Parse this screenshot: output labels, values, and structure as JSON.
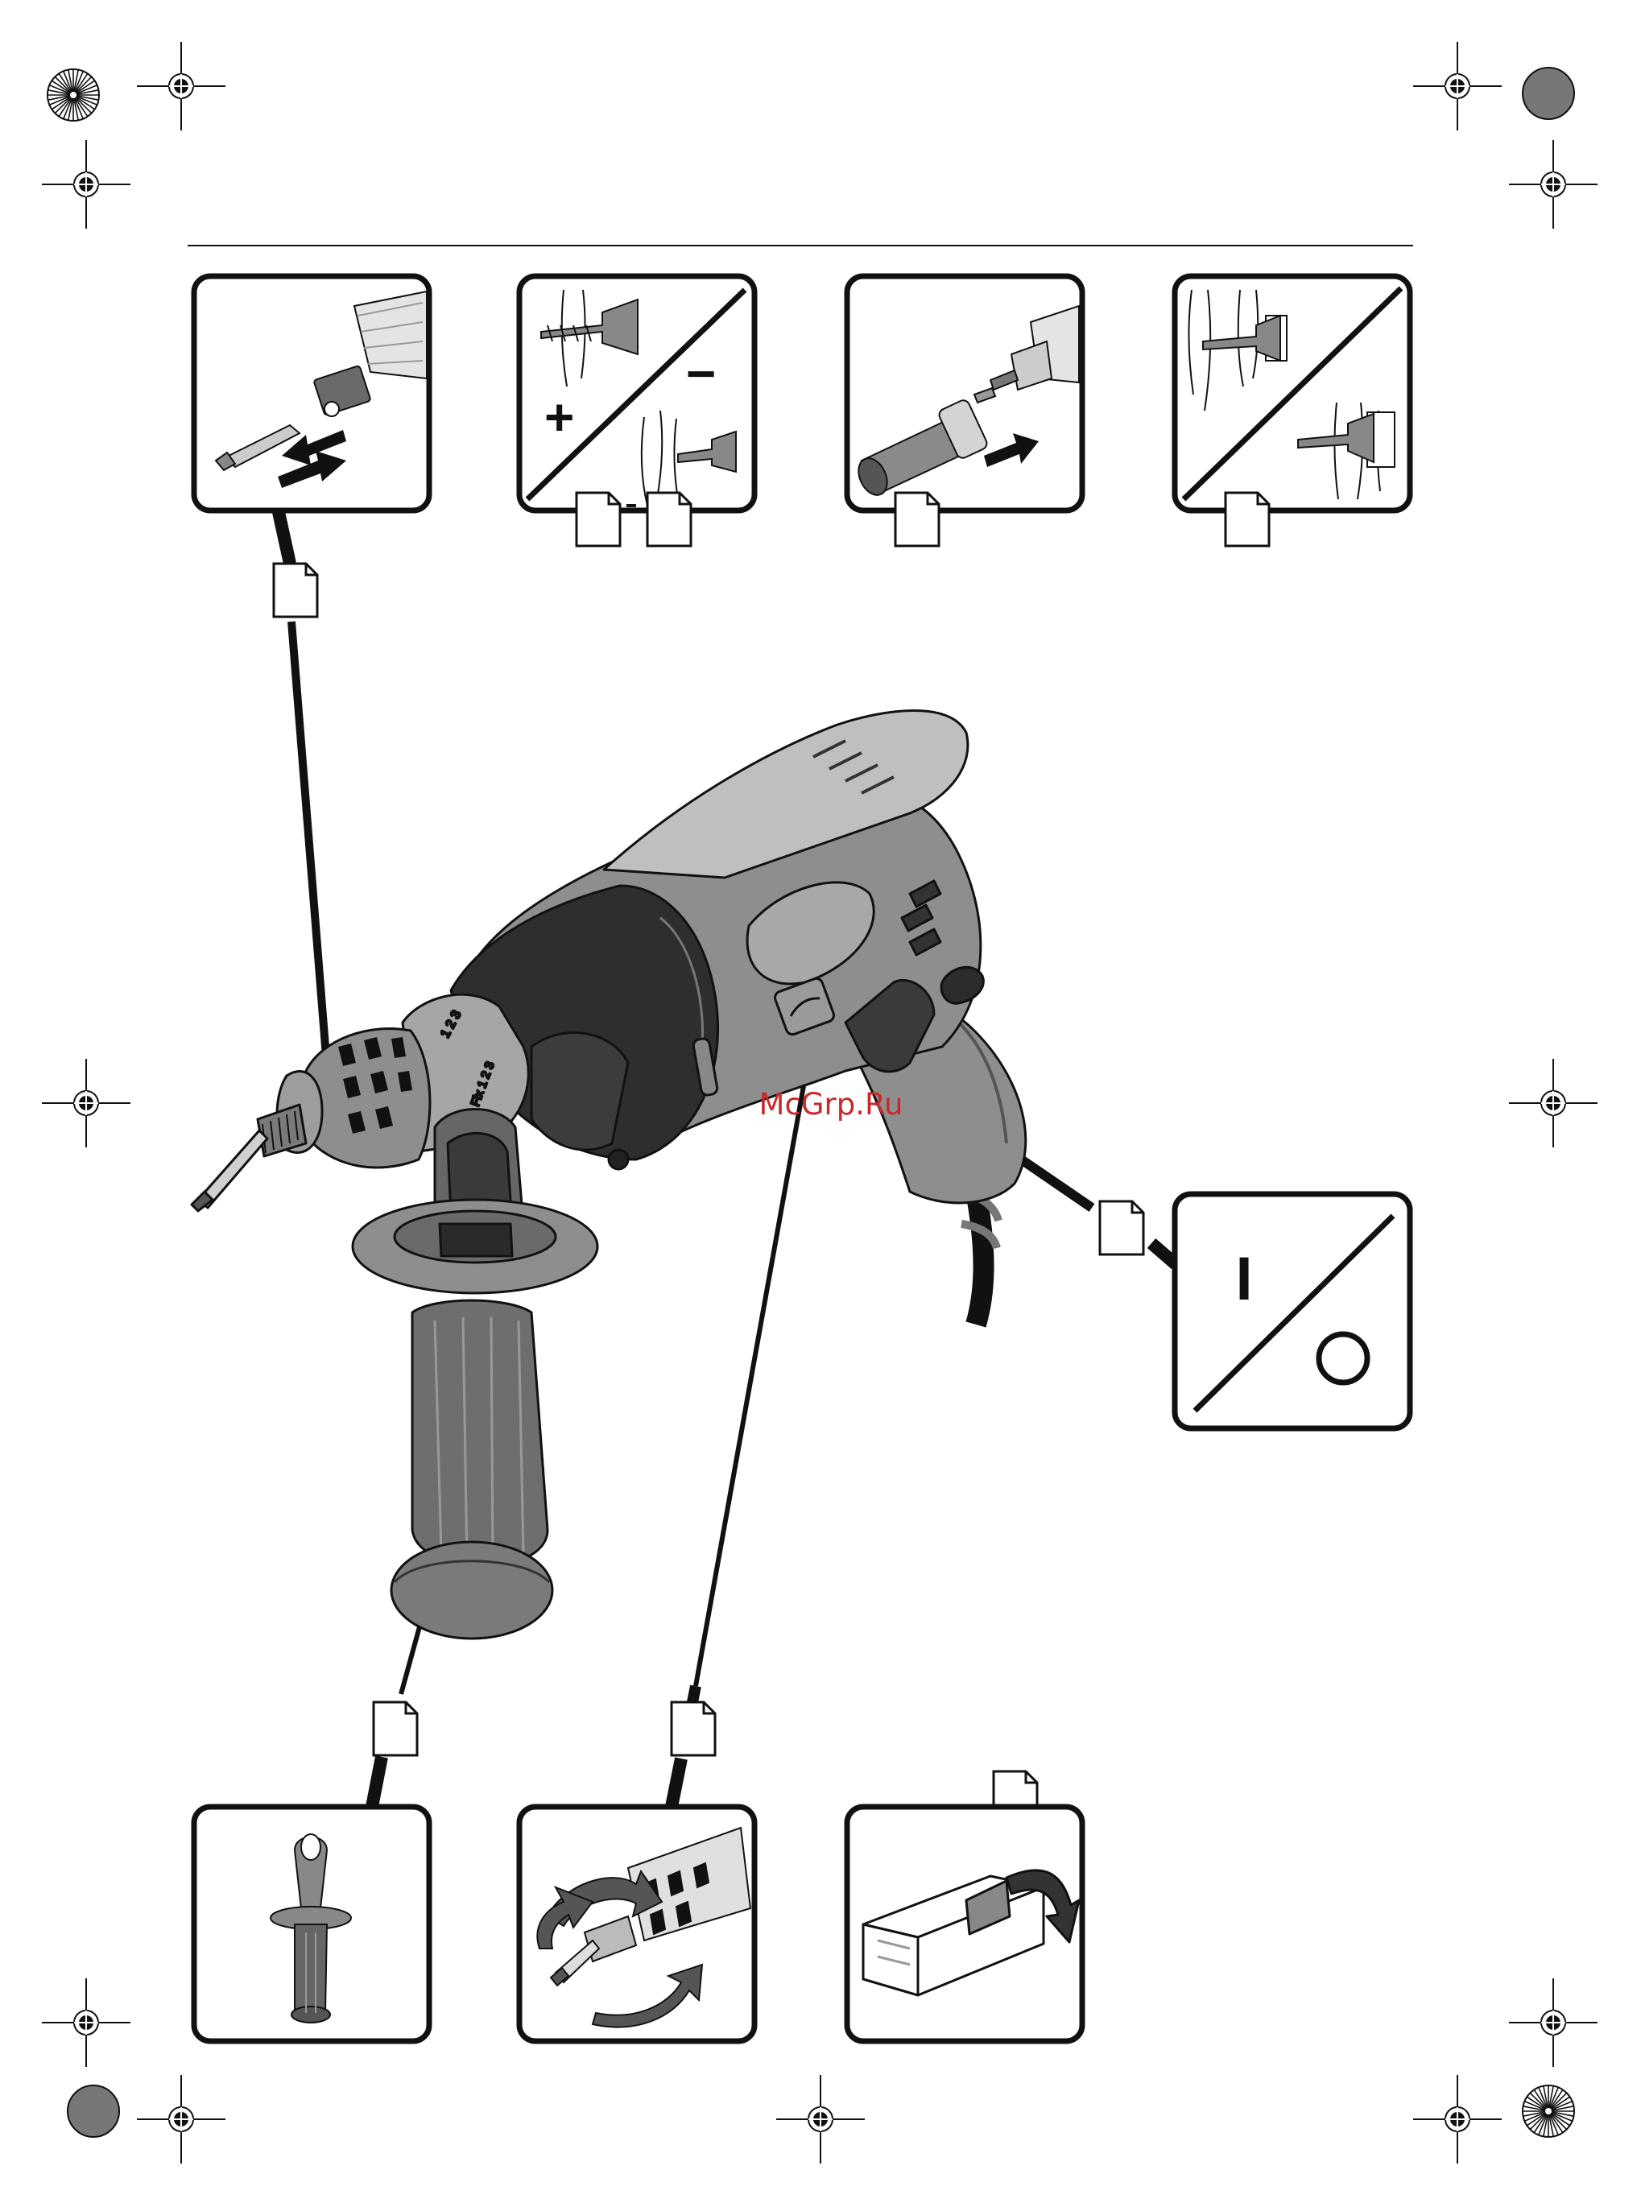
{
  "watermark": "McGrp.Ru",
  "dial": {
    "upper": "1 2 3",
    "lower": "Fix 1 2 3"
  },
  "symbols": {
    "plus": "+",
    "minus": "−",
    "on": "I",
    "off": "O"
  },
  "colors": {
    "ink": "#111111",
    "body_grey": "#8e8e8e",
    "light_grey": "#c9c9c9",
    "dark": "#3a3a3a",
    "watermark": "#c8292c"
  },
  "panels": [
    {
      "id": "bit-change",
      "icon": "bit-insert-icon"
    },
    {
      "id": "depth-stop",
      "icon": "screw-depth-icon"
    },
    {
      "id": "socket-adapter",
      "icon": "socket-insert-icon"
    },
    {
      "id": "screw-depth-setting",
      "icon": "screw-flush-icon"
    },
    {
      "id": "on-off-switch",
      "icon": "on-off-icon"
    },
    {
      "id": "auxiliary-handle",
      "icon": "aux-handle-icon"
    },
    {
      "id": "rotation-direction",
      "icon": "rotation-arrows-icon"
    },
    {
      "id": "carrying-case",
      "icon": "case-open-icon"
    }
  ]
}
